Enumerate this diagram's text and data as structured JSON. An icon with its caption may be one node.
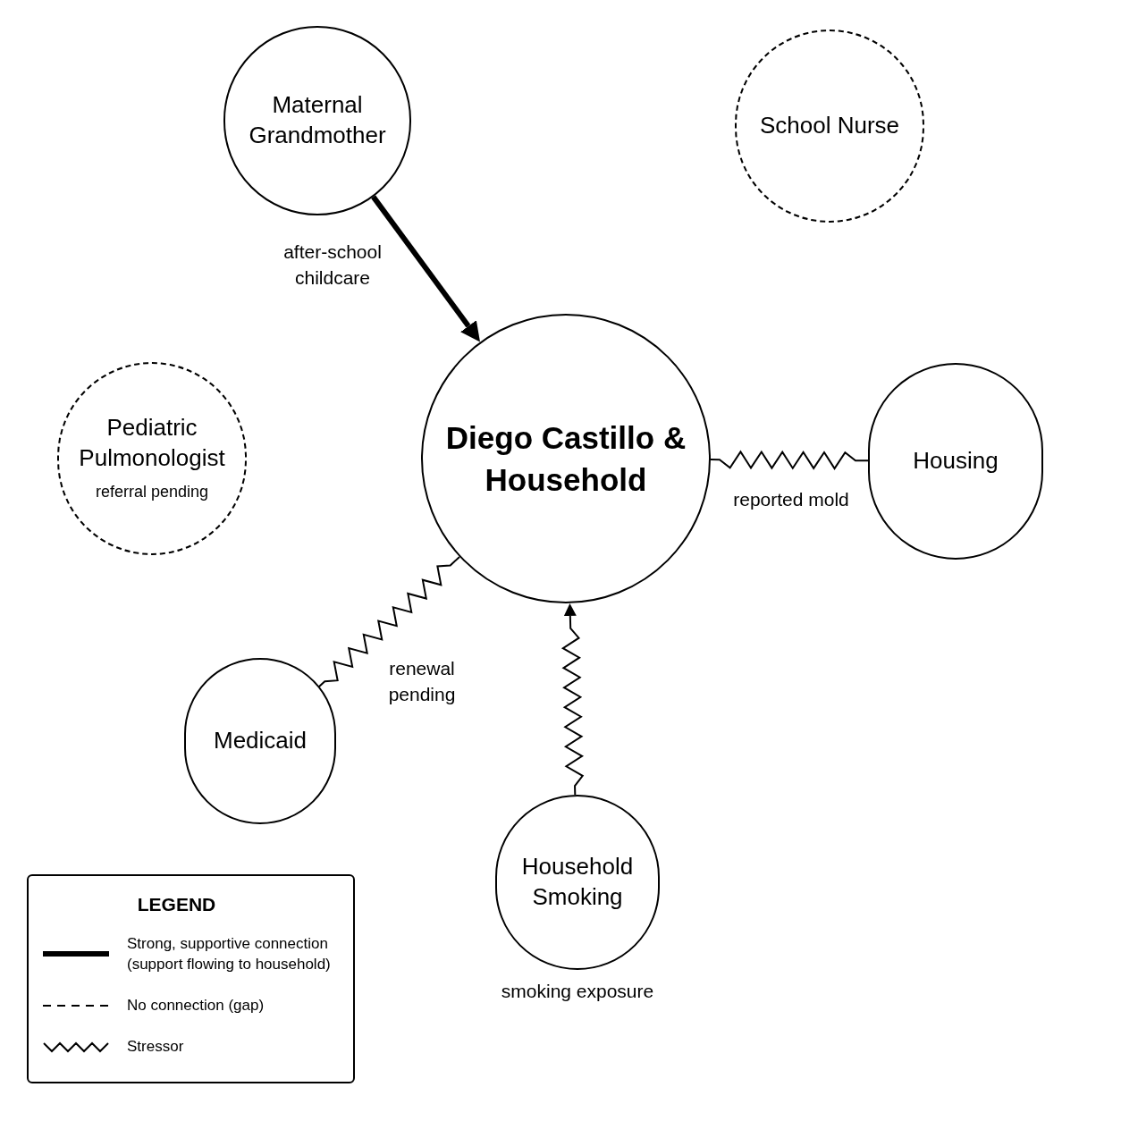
{
  "diagram": {
    "nodes": [
      {
        "text": [
          "Maternal Grandmother"
        ]
      },
      {
        "text": [
          "School Nurse"
        ]
      },
      {
        "text": [
          "Pediatric Pulmonologist",
          "referral pending"
        ]
      },
      {
        "text": [
          "Diego Castillo & Household"
        ]
      },
      {
        "text": [
          "Housing"
        ]
      },
      {
        "text": [
          "Medicaid"
        ]
      },
      {
        "text": [
          "Household Smoking"
        ],
        "beside": [
          "smoking exposure"
        ]
      }
    ],
    "edges": [
      {
        "from": 0,
        "to": 3,
        "arrow": "to",
        "label": "after-school childcare",
        "style": "thick"
      },
      {
        "from": 3,
        "to": 4,
        "arrow": "none",
        "label": "reported mold"
      },
      {
        "from": 5,
        "to": 3,
        "arrow": "none",
        "label": "renewal pending"
      },
      {
        "from": 6,
        "to": 3,
        "arrow": "to"
      }
    ],
    "labels": [
      "LEGEND"
    ],
    "legend": [
      {
        "text": "Strong, supportive connection (support flowing to household)"
      },
      {
        "text": "No connection (gap)"
      },
      {
        "text": "Stressor"
      }
    ]
  }
}
